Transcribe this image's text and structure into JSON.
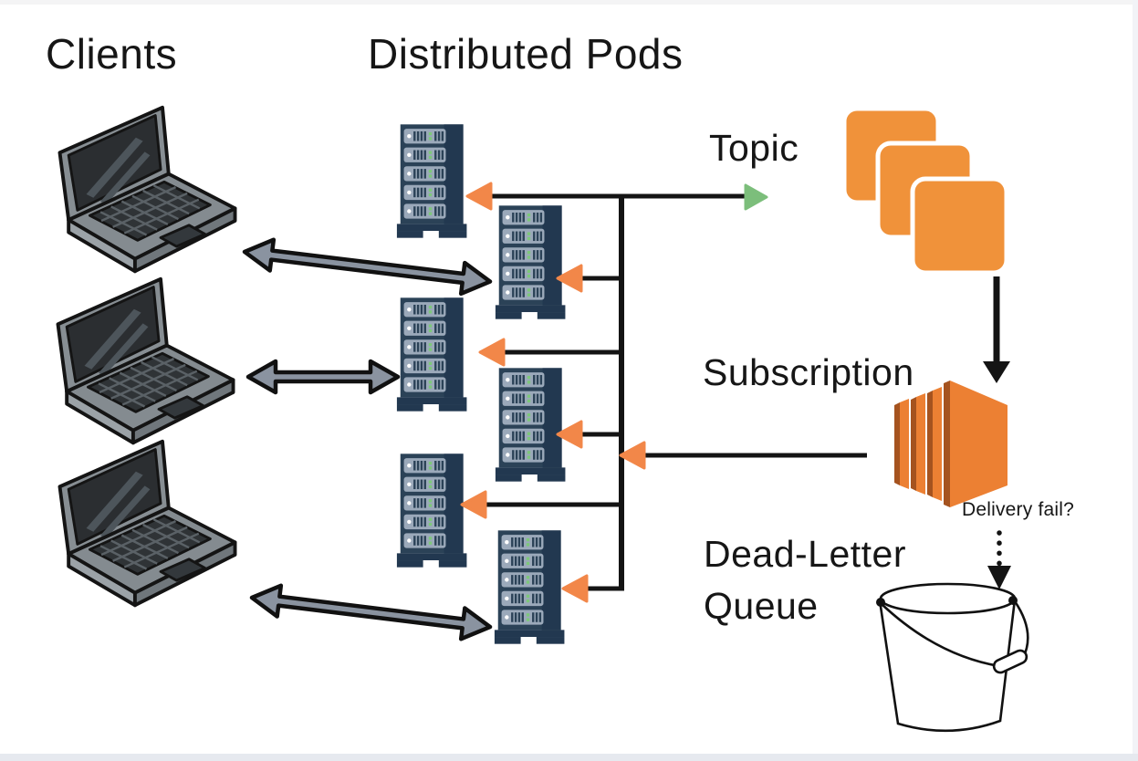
{
  "diagram": {
    "clients": {
      "label": "Clients",
      "count": 3,
      "icon": "laptop-icon"
    },
    "pods": {
      "label": "Distributed Pods",
      "count": 6,
      "icon": "server-rack-icon"
    },
    "topic": {
      "label": "Topic",
      "icon": "stacked-squares-icon"
    },
    "subscription": {
      "label": "Subscription",
      "icon": "layered-panels-icon"
    },
    "dead_letter_queue": {
      "label_line1": "Dead-Letter",
      "label_line2": "Queue",
      "icon": "bucket-icon"
    },
    "delivery_fail": {
      "label": "Delivery fail?"
    }
  },
  "colors": {
    "topic_orange": "#F0923A",
    "sub_front": "#EC8033",
    "sub_shadow": "#A5531F",
    "arrow_orange": "#F28749",
    "arrow_green": "#7CBE7B",
    "gray_arrow": "#8A93A0",
    "server_body": "#2B4257",
    "server_shade": "#223850",
    "server_panel": "#9BA9BA",
    "led_green": "#7DC87A",
    "line_black": "#141414"
  }
}
